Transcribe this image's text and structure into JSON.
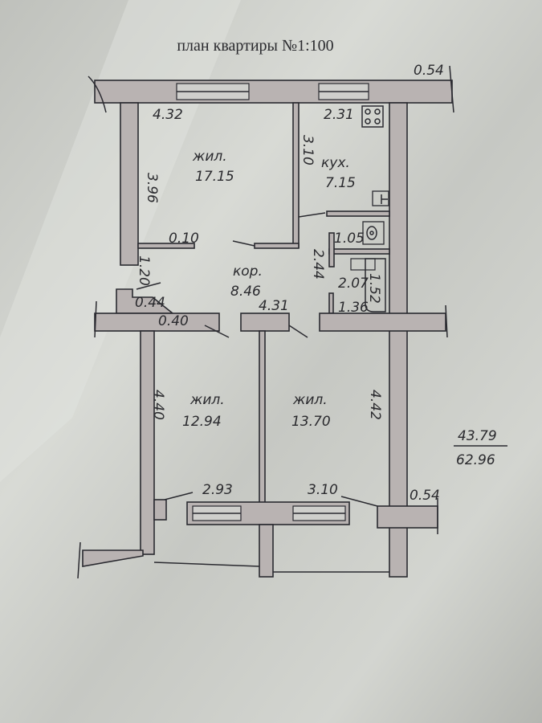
{
  "title": "план квартиры №1:100",
  "rooms": {
    "living1": {
      "type": "жил.",
      "area": "17.15"
    },
    "kitchen": {
      "type": "кух.",
      "area": "7.15"
    },
    "corridor": {
      "type": "кор.",
      "area": "8.46"
    },
    "living2": {
      "type": "жил.",
      "area": "12.94"
    },
    "living3": {
      "type": "жил.",
      "area": "13.70"
    }
  },
  "dimensions": {
    "top_wall": "0.54",
    "living1_width": "4.32",
    "kitchen_width": "2.31",
    "living1_depth": "3.96",
    "kitchen_depth": "3.10",
    "living1_niche": "0.10",
    "toilet": "1.05",
    "corridor_side": "1.20",
    "bath_depth": "2.44",
    "bath_area": "2.07",
    "bath_length": "1.52",
    "bath_width": "1.36",
    "corridor_length": "4.31",
    "closet": "0.44",
    "closet_area": "0.40",
    "living2_depth": "4.40",
    "living3_depth": "4.42",
    "living2_width": "2.93",
    "living3_width": "3.10",
    "bottom_wall": "0.54"
  },
  "totals": {
    "living_area": "43.79",
    "total_area": "62.96"
  },
  "colors": {
    "paper": "#c9cbc6",
    "wall": "#b9b3b2",
    "ink": "#2a2a30"
  }
}
